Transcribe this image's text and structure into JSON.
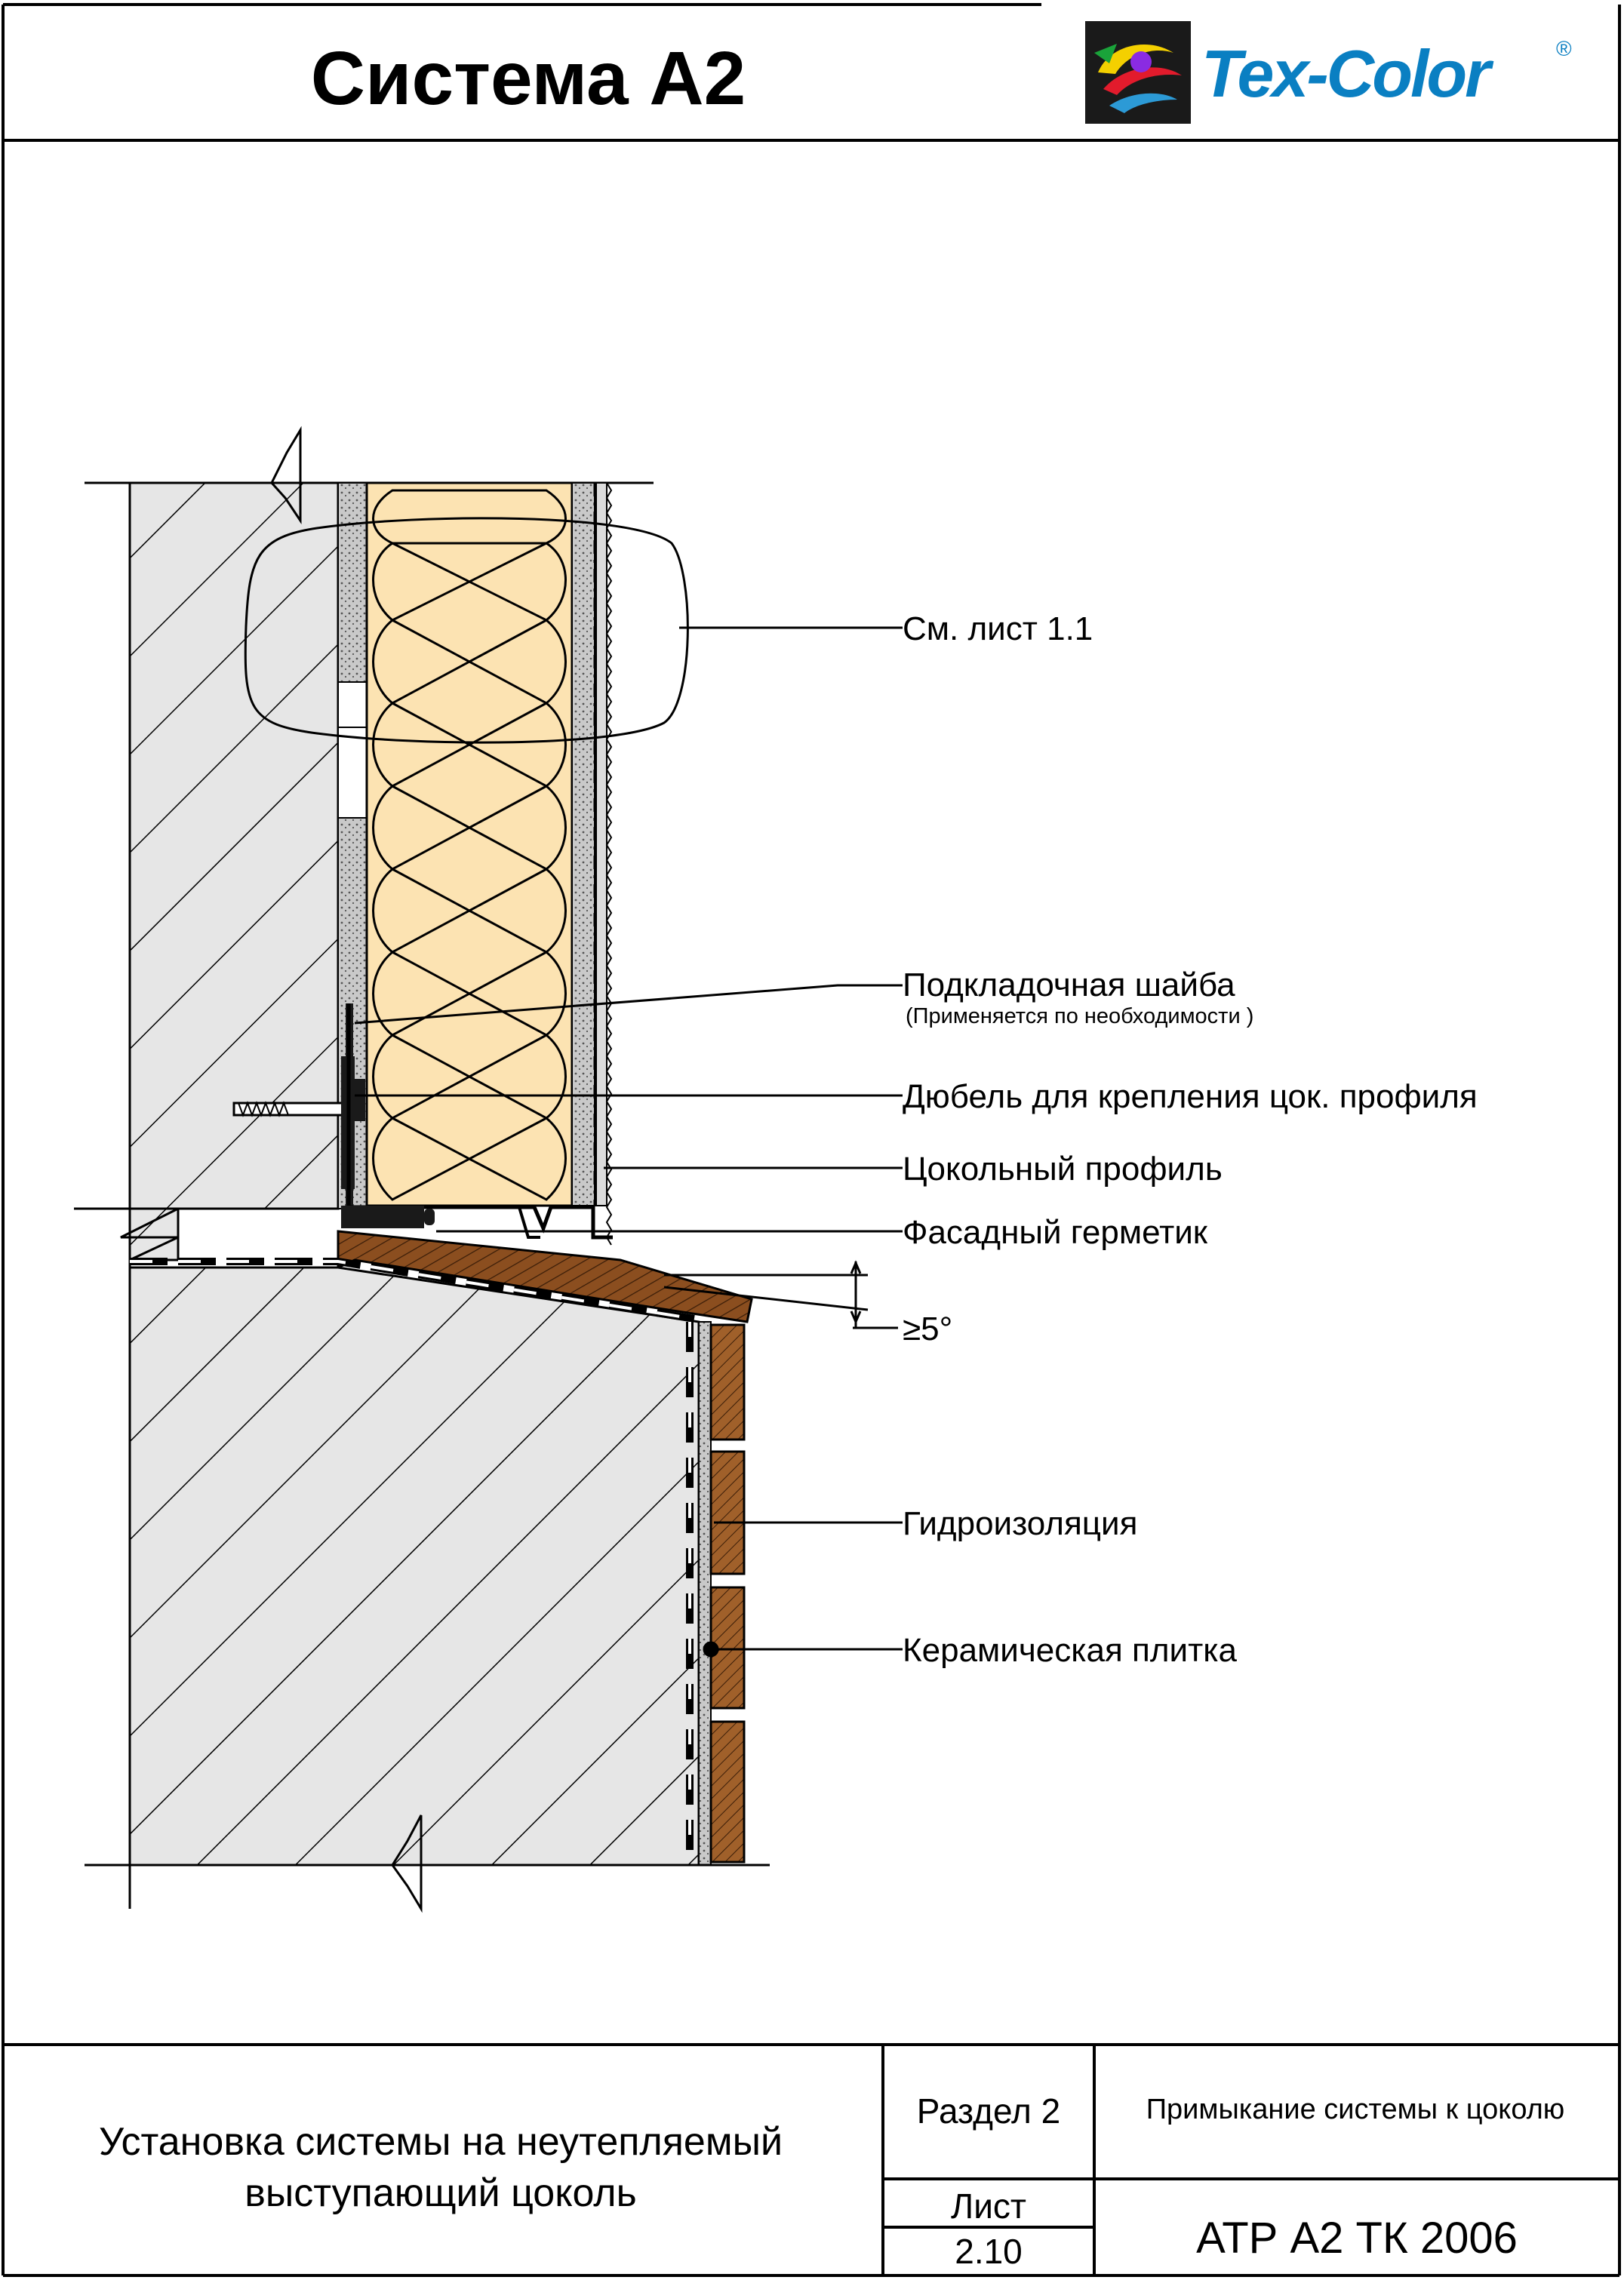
{
  "header": {
    "title": "Система А2",
    "logo_text": "Tex-Color",
    "logo_mark": "®"
  },
  "callouts": {
    "see_sheet": "См. лист 1.1",
    "washer": "Подкладочная шайба",
    "washer_note": "(Применяется  по необходимости )",
    "dowel": "Дюбель для крепления цок. профиля",
    "profile": "Цокольный профиль",
    "sealant": "Фасадный герметик",
    "slope": "≥5°",
    "waterproofing": "Гидроизоляция",
    "tile": "Керамическая плитка"
  },
  "title_block": {
    "description_line1": "Установка системы на неутепляемый",
    "description_line2": "выступающий цоколь",
    "section": "Раздел 2",
    "section_title": "Примыкание системы к цоколю",
    "sheet_label": "Лист",
    "sheet_number": "2.10",
    "code": "АТР А2 ТК 2006"
  },
  "colors": {
    "insulation": "#fce3b2",
    "masonry": "#e6e6e6",
    "adhesive": "#c9c9c9",
    "tile": "#a0602a",
    "sill": "#8b4e1f",
    "logo_blue": "#0a7fc2"
  }
}
